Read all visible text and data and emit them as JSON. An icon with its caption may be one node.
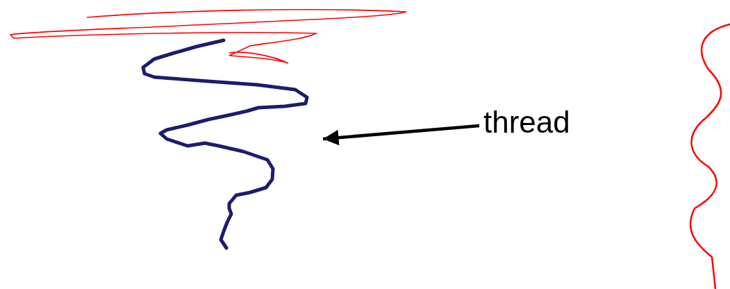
{
  "diagram": {
    "nodes": [
      {
        "text": [
          "thread"
        ]
      },
      {
        "text": [],
        "shape": "picture"
      }
    ],
    "edges": [
      {
        "from": 0,
        "to": 1,
        "arrow": "to"
      }
    ]
  }
}
